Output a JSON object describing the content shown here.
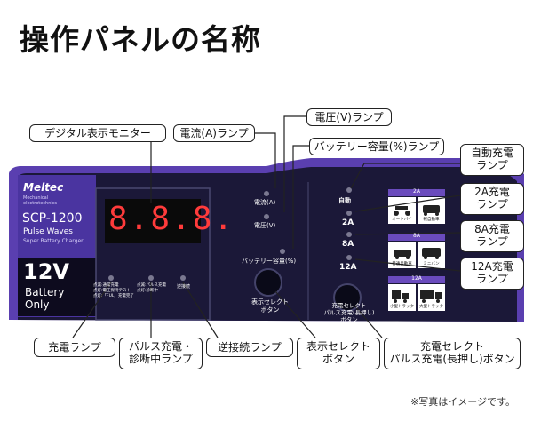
{
  "title": "操作パネルの名称",
  "brand": {
    "logo": "Meltec",
    "sub1": "Mechanical",
    "sub2": "electrotechnics"
  },
  "model": {
    "name": "SCP-1200",
    "line1": "Pulse Waves",
    "line2": "Super Battery Charger"
  },
  "voltage": {
    "value": "12V",
    "line1": "Battery",
    "line2": "Only"
  },
  "display": {
    "digits": "8.8.8."
  },
  "panel": {
    "current_lamp": "電流(A)",
    "voltage_lamp": "電圧(V)",
    "battery_lamp": "バッテリー容量(%)",
    "display_button": [
      "表示セレクト",
      "ボタン"
    ],
    "charge_button": [
      "充電セレクト",
      "パルス充電(長押し)",
      "ボタン"
    ],
    "charge_lamp_text": [
      "点滅:通常充電",
      "点灯:電圧保持テスト",
      "点灯:「FUL」充電完了"
    ],
    "pulse_lamp_text": [
      "点滅:パルス充電",
      "点灯:診断中"
    ],
    "reverse_lamp_text": "逆接続",
    "mode_labels": [
      "自動",
      "2A",
      "8A",
      "12A"
    ],
    "icon_groups": [
      {
        "header": "2A",
        "items": [
          "オートバイ",
          "軽自動車"
        ]
      },
      {
        "header": "8A",
        "items": [
          "普通自動車",
          "ミニバン"
        ]
      },
      {
        "header": "12A",
        "items": [
          "小型トラック",
          "大型トラック"
        ]
      }
    ]
  },
  "callouts": {
    "digital_display": "デジタル表示モニター",
    "current_lamp": "電流(A)ランプ",
    "voltage_lamp": "電圧(V)ランプ",
    "battery_lamp": "バッテリー容量(%)ランプ",
    "auto_charge": [
      "自動充電",
      "ランプ"
    ],
    "charge_2a": [
      "2A充電",
      "ランプ"
    ],
    "charge_8a": [
      "8A充電",
      "ランプ"
    ],
    "charge_12a": [
      "12A充電",
      "ランプ"
    ],
    "charge_lamp": "充電ランプ",
    "pulse_lamp": [
      "パルス充電・",
      "診断中ランプ"
    ],
    "reverse_lamp": "逆接続ランプ",
    "display_select": [
      "表示セレクト",
      "ボタン"
    ],
    "charge_select": [
      "充電セレクト",
      "パルス充電(長押し)ボタン"
    ]
  },
  "note": "※写真はイメージです。",
  "colors": {
    "panel": "#1b1838",
    "accent": "#6a4bbd",
    "display_red": "#ff3b3b",
    "label_text": "#ffffff"
  }
}
